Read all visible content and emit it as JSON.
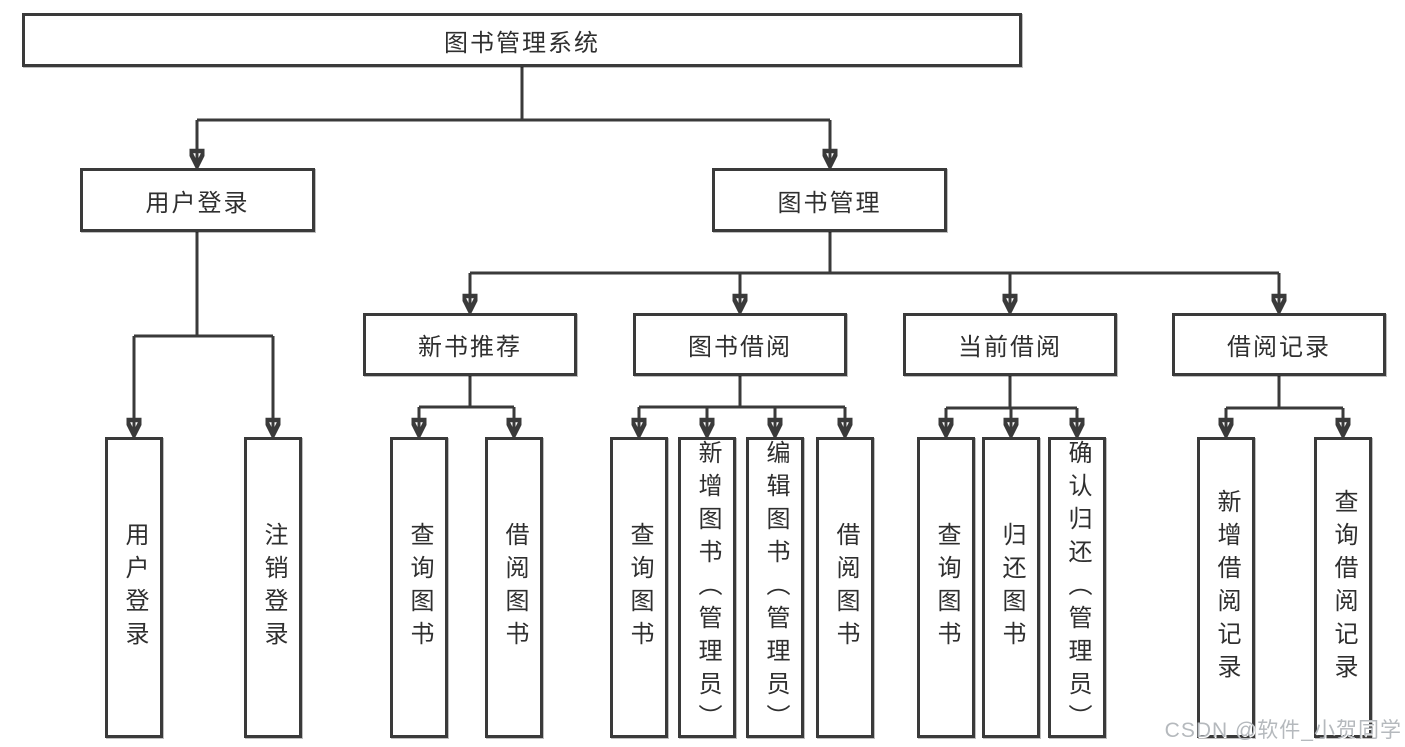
{
  "diagram": {
    "root": {
      "label": "图书管理系统"
    },
    "level2": {
      "user_login": {
        "label": "用户登录"
      },
      "book_mgmt": {
        "label": "图书管理"
      }
    },
    "level3": {
      "new_book": {
        "label": "新书推荐"
      },
      "book_borrow": {
        "label": "图书借阅"
      },
      "current_borrow": {
        "label": "当前借阅"
      },
      "borrow_record": {
        "label": "借阅记录"
      }
    },
    "leaves": {
      "user_login": [
        "用户登录",
        "注销登录"
      ],
      "new_book": [
        "查询图书",
        "借阅图书"
      ],
      "book_borrow": [
        "查询图书",
        "新增图书（管理员）",
        "编辑图书（管理员）",
        "借阅图书"
      ],
      "current_borrow": [
        "查询图书",
        "归还图书",
        "确认归还（管理员）"
      ],
      "borrow_record": [
        "新增借阅记录",
        "查询借阅记录"
      ]
    },
    "watermark": "CSDN @软件_小贺同学",
    "colors": {
      "line": "#3a3a3a",
      "text": "#2f2f2f",
      "watermark": "#b5b9bd",
      "background": "#ffffff"
    }
  }
}
